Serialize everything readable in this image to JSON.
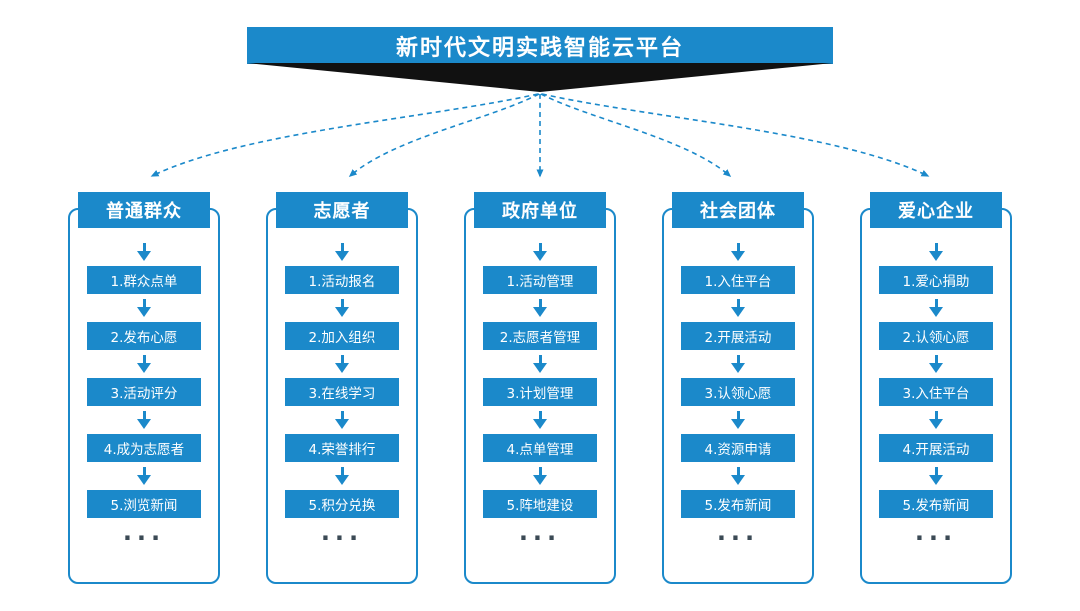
{
  "banner": {
    "title": "新时代文明实践智能云平台"
  },
  "ellipsis": "···",
  "colors": {
    "primary": "#1b89ca",
    "funnel": "#111111",
    "background": "#ffffff"
  },
  "columns": [
    {
      "header": "普通群众",
      "steps": [
        "1.群众点单",
        "2.发布心愿",
        "3.活动评分",
        "4.成为志愿者",
        "5.浏览新闻"
      ]
    },
    {
      "header": "志愿者",
      "steps": [
        "1.活动报名",
        "2.加入组织",
        "3.在线学习",
        "4.荣誉排行",
        "5.积分兑换"
      ]
    },
    {
      "header": "政府单位",
      "steps": [
        "1.活动管理",
        "2.志愿者管理",
        "3.计划管理",
        "4.点单管理",
        "5.阵地建设"
      ]
    },
    {
      "header": "社会团体",
      "steps": [
        "1.入住平台",
        "2.开展活动",
        "3.认领心愿",
        "4.资源申请",
        "5.发布新闻"
      ]
    },
    {
      "header": "爱心企业",
      "steps": [
        "1.爱心捐助",
        "2.认领心愿",
        "3.入住平台",
        "4.开展活动",
        "5.发布新闻"
      ]
    }
  ]
}
